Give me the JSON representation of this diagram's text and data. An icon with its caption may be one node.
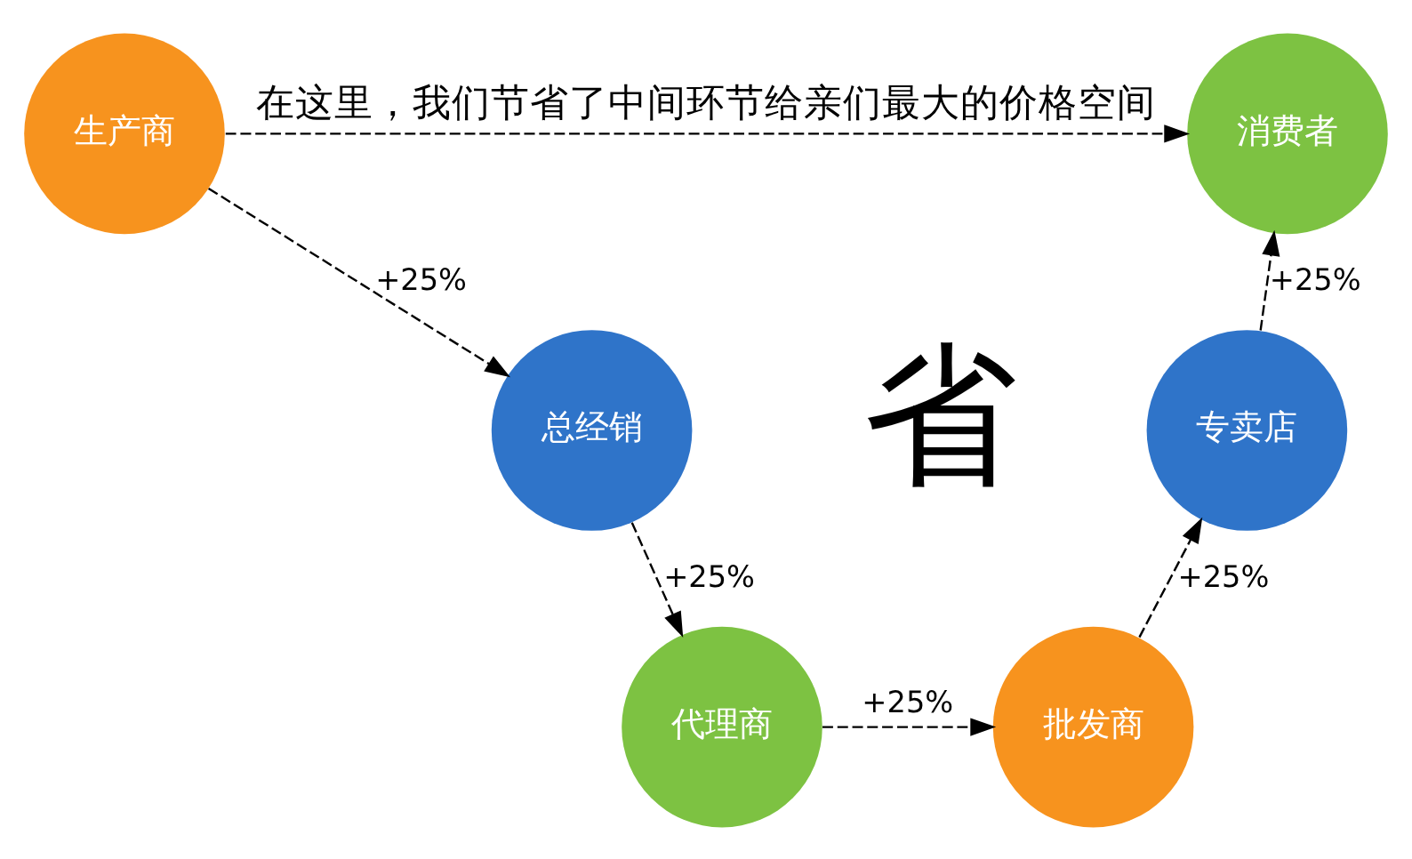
{
  "diagram": {
    "nodes": [
      {
        "text": [
          "生产商"
        ]
      },
      {
        "text": [
          "总经销"
        ]
      },
      {
        "text": [
          "代理商"
        ]
      },
      {
        "text": [
          "批发商"
        ]
      },
      {
        "text": [
          "专卖店"
        ]
      },
      {
        "text": [
          "消费者"
        ]
      }
    ],
    "edges": [
      {
        "from": 0,
        "to": 1,
        "arrow": "to",
        "label": "+25%",
        "style": "dashed"
      },
      {
        "from": 1,
        "to": 2,
        "arrow": "to",
        "label": "+25%",
        "style": "dashed"
      },
      {
        "from": 2,
        "to": 3,
        "arrow": "to",
        "label": "+25%",
        "style": "dashed"
      },
      {
        "from": 3,
        "to": 4,
        "arrow": "to",
        "label": "+25%",
        "style": "dashed"
      },
      {
        "from": 4,
        "to": 5,
        "arrow": "to",
        "label": "+25%",
        "style": "dashed"
      },
      {
        "from": 0,
        "to": 5,
        "arrow": "to",
        "label": "在这里，我们节省了中间环节给亲们最大的价格空间",
        "style": "dashed"
      }
    ],
    "labels": [
      "省"
    ]
  }
}
